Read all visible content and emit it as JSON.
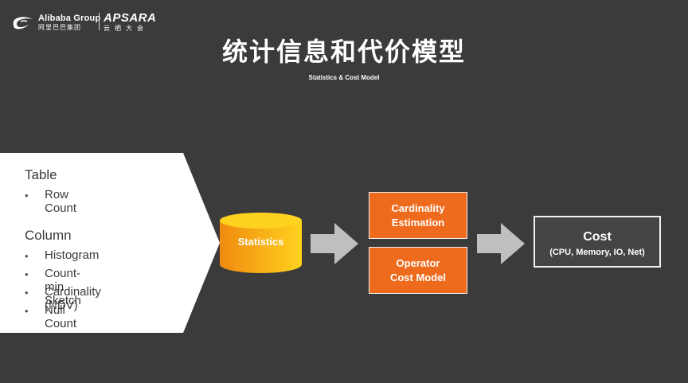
{
  "header": {
    "alibaba_en": "Alibaba Group",
    "alibaba_cn": "阿里巴巴集团",
    "apsara_en": "APSARA",
    "apsara_cn": "云栖大会"
  },
  "slide": {
    "title": "统计信息和代价模型",
    "subtitle": "Statistics & Cost Model"
  },
  "panel": {
    "table_heading": "Table",
    "table_items": [
      "Row Count"
    ],
    "column_heading": "Column",
    "column_items": [
      "Histogram",
      "Count-min Sketch",
      "Cardinality (NDV)",
      "Null Count"
    ],
    "bullet": "•"
  },
  "flow": {
    "statistics_label": "Statistics",
    "cardinality_line1": "Cardinality",
    "cardinality_line2": "Estimation",
    "operator_line1": "Operator",
    "operator_line2": "Cost Model",
    "cost_title": "Cost",
    "cost_sub": "(CPU, Memory, IO, Net)"
  },
  "colors": {
    "background": "#3b3b3c",
    "orange": "#ee6a1c",
    "cylinder_top": "#ffd21f",
    "cylinder_body": "#f59a12",
    "arrow": "#bfbfbf",
    "panel": "#ffffff"
  }
}
